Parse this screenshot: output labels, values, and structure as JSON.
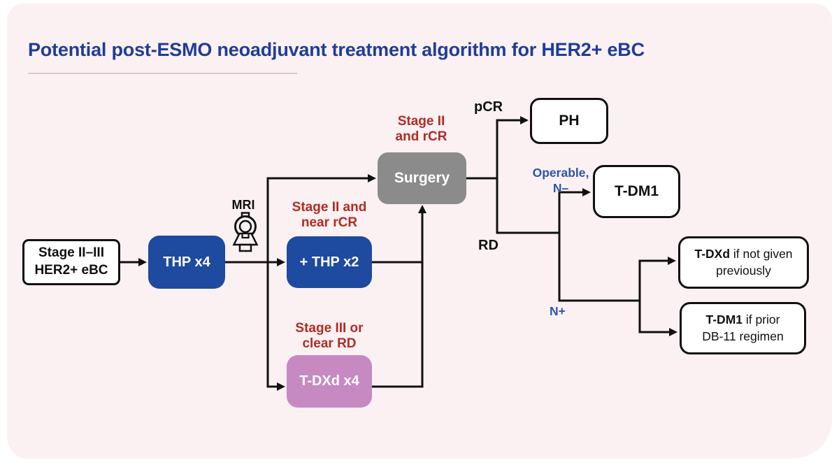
{
  "colors": {
    "title": "#1f3d99",
    "card_bg": "#fbf1f3",
    "blue_box": "#1e4a9f",
    "pink_box": "#c689c2",
    "gray_box": "#8b8b8b",
    "red_label": "#b02c24",
    "blue_label": "#2b55ad",
    "ink": "#101010"
  },
  "header": {
    "title": "Potential post-ESMO neoadjuvant treatment algorithm for HER2+ eBC"
  },
  "nodes": {
    "start": {
      "line1": "Stage II–III",
      "line2": "HER2+ eBC"
    },
    "thp4": {
      "label": "THP x4"
    },
    "mri": {
      "label": "MRI"
    },
    "thp2": {
      "label": "+ THP x2"
    },
    "tdxd4": {
      "label": "T-DXd x4"
    },
    "surgery": {
      "label": "Surgery"
    },
    "ph": {
      "label": "PH"
    },
    "tdm1": {
      "label": "T-DM1"
    },
    "tdxd_if": {
      "bold": "T-DXd",
      "rest": " if not given",
      "line2": "previously"
    },
    "tdm1_if": {
      "bold": "T-DM1",
      "rest": " if prior",
      "line2": "DB-11 regimen"
    }
  },
  "labels": {
    "stage2_rcr": {
      "line1": "Stage II",
      "line2": "and rCR"
    },
    "stage2_near_rcr": {
      "line1": "Stage II and",
      "line2": "near rCR"
    },
    "stage3_clear_rd": {
      "line1": "Stage III or",
      "line2": "clear RD"
    },
    "pcr": "pCR",
    "rd": "RD",
    "operable": {
      "line1": "Operable,",
      "line2": "N–"
    },
    "n_plus": "N+"
  }
}
